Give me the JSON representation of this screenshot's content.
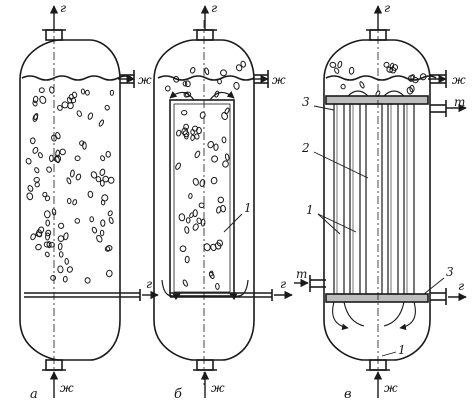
{
  "labels": {
    "gas": "г",
    "liquid": "ж",
    "coolant": "т"
  },
  "captions": [
    "а",
    "б",
    "в"
  ],
  "part_numbers": {
    "one": "1",
    "two": "2",
    "three": "3"
  },
  "colors": {
    "stroke": "#1a1a1a",
    "background": "#ffffff"
  }
}
